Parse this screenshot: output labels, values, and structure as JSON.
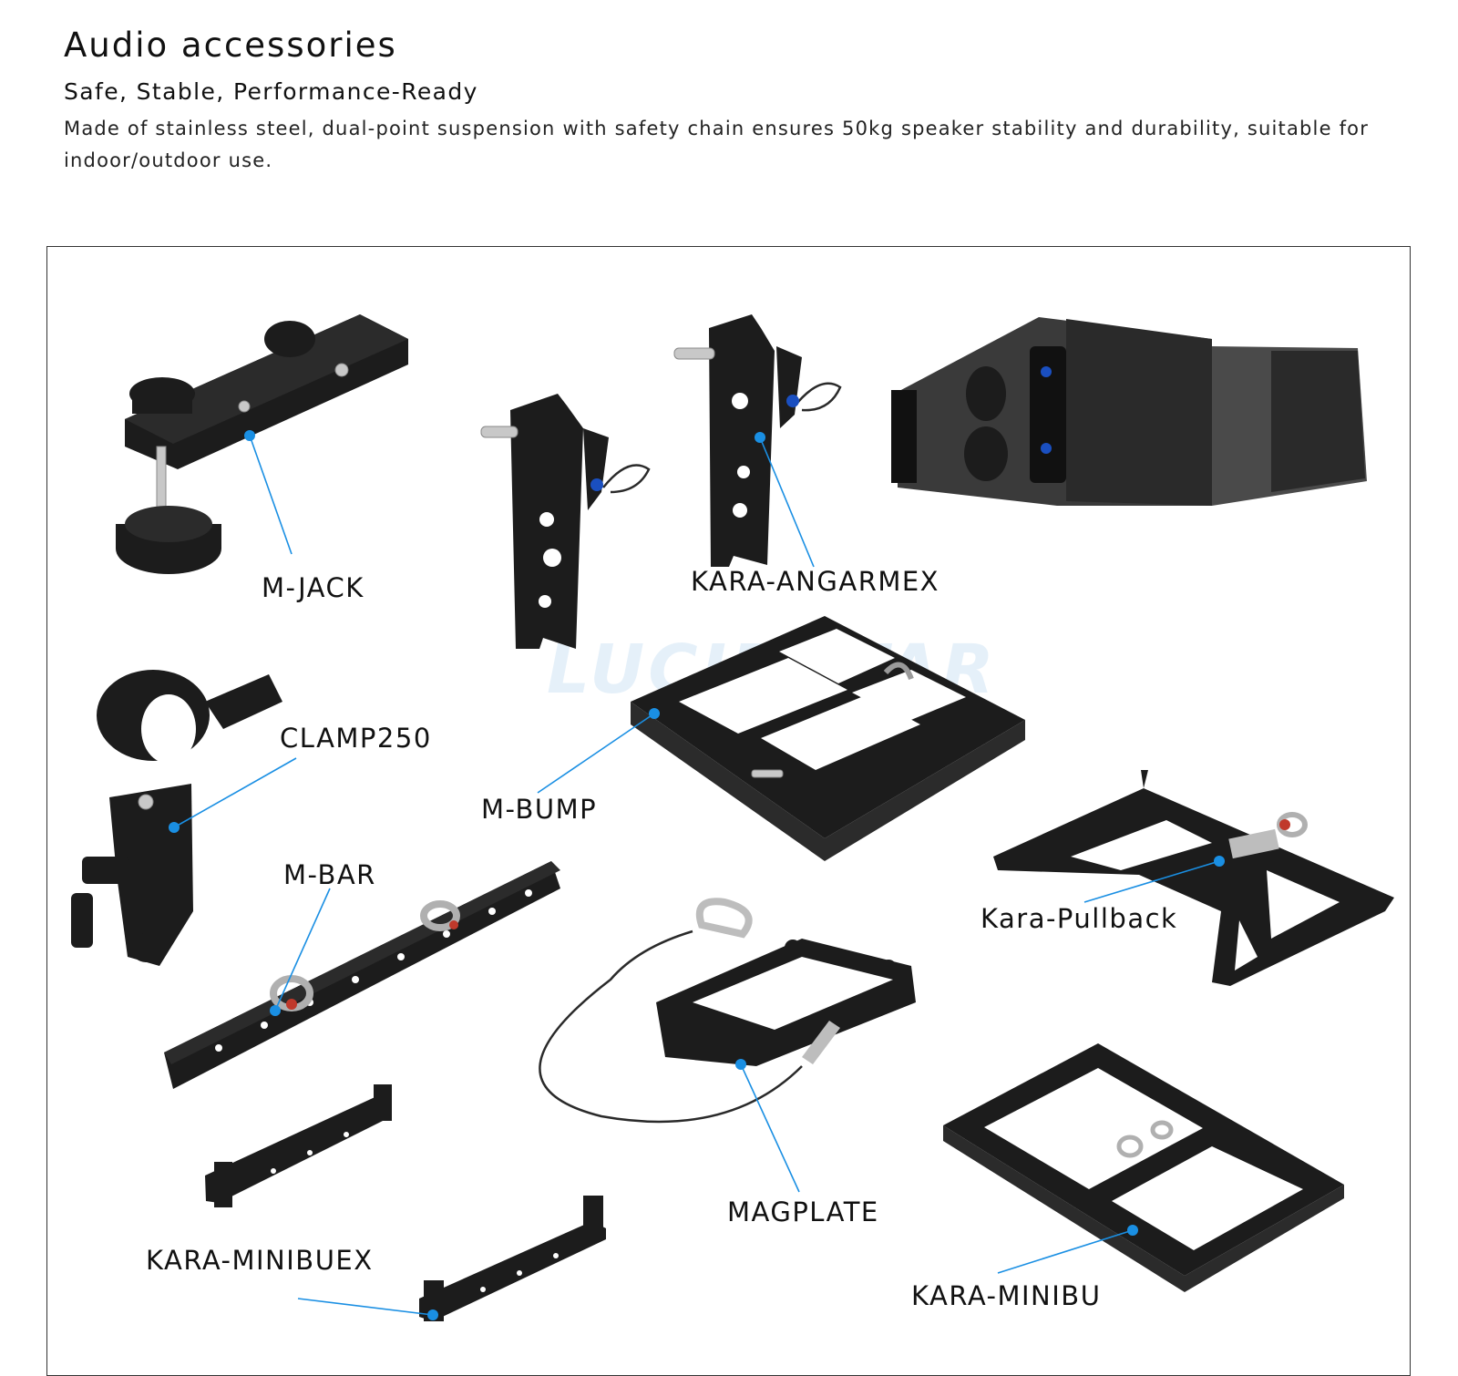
{
  "header": {
    "title": "Audio accessories",
    "subtitle": "Safe, Stable, Performance-Ready",
    "description": "Made of stainless steel, dual-point suspension with safety chain ensures 50kg speaker stability and durability, suitable for indoor/outdoor use."
  },
  "watermark": "LUCIDSTAR",
  "products": [
    {
      "label": "M-JACK"
    },
    {
      "label": "KARA-ANGARMEX"
    },
    {
      "label": "CLAMP250"
    },
    {
      "label": "M-BUMP"
    },
    {
      "label": "M-BAR"
    },
    {
      "label": "Kara-Pullback"
    },
    {
      "label": "MAGPLATE"
    },
    {
      "label": "KARA-MINIBUEX"
    },
    {
      "label": "KARA-MINIBU"
    }
  ],
  "colors": {
    "accent": "#1a8fe3",
    "product": "#1c1c1c",
    "text": "#111111",
    "background": "#ffffff"
  }
}
